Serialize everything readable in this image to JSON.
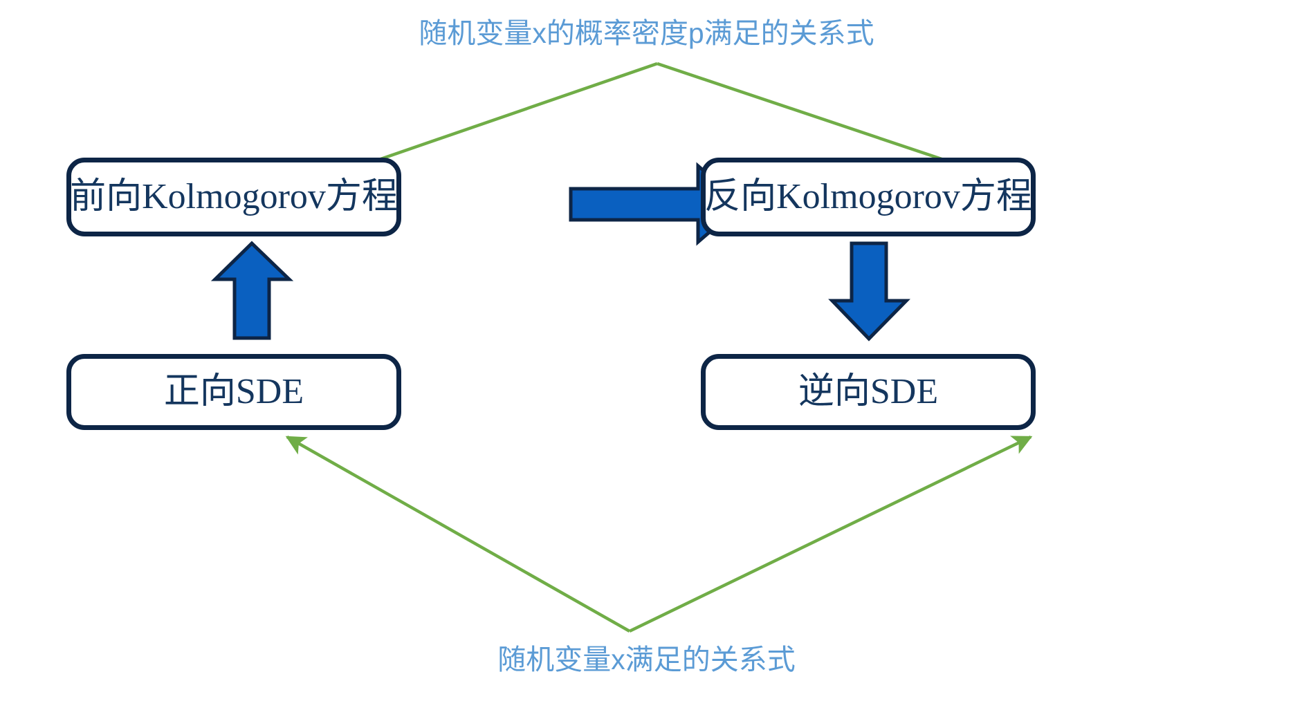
{
  "diagram": {
    "title_top": "随机变量x的概率密度p满足的关系式",
    "title_bottom": "随机变量x满足的关系式",
    "colors": {
      "caption_blue": "#5B9BD5",
      "box_border_navy": "#0D2546",
      "box_text_navy": "#14365E",
      "green_connector": "#70AD47",
      "blue_arrow_fill": "#0A60C0",
      "blue_arrow_stroke": "#0D2546",
      "background": "#FFFFFF"
    },
    "nodes": [
      {
        "id": "forward-kolmogorov",
        "label": "前向Kolmogorov方程"
      },
      {
        "id": "reverse-kolmogorov",
        "label": "反向Kolmogorov方程"
      },
      {
        "id": "forward-sde",
        "label": "正向SDE"
      },
      {
        "id": "reverse-sde",
        "label": "逆向SDE"
      }
    ],
    "connectors": [
      {
        "id": "top-apex-to-forward-kolmogorov",
        "kind": "green-arrow",
        "from": "top-caption-apex",
        "to": "forward-kolmogorov"
      },
      {
        "id": "top-apex-to-reverse-kolmogorov",
        "kind": "green-arrow",
        "from": "top-caption-apex",
        "to": "reverse-kolmogorov"
      },
      {
        "id": "bottom-apex-to-forward-sde",
        "kind": "green-arrow",
        "from": "bottom-caption-apex",
        "to": "forward-sde"
      },
      {
        "id": "bottom-apex-to-reverse-sde",
        "kind": "green-arrow",
        "from": "bottom-caption-apex",
        "to": "reverse-sde"
      },
      {
        "id": "forward-sde-to-forward-kolmogorov",
        "kind": "blue-block-arrow",
        "direction": "up"
      },
      {
        "id": "reverse-kolmogorov-to-reverse-sde",
        "kind": "blue-block-arrow",
        "direction": "down"
      },
      {
        "id": "forward-kolmogorov-to-reverse-kolmogorov",
        "kind": "blue-block-arrow",
        "direction": "right"
      }
    ]
  }
}
